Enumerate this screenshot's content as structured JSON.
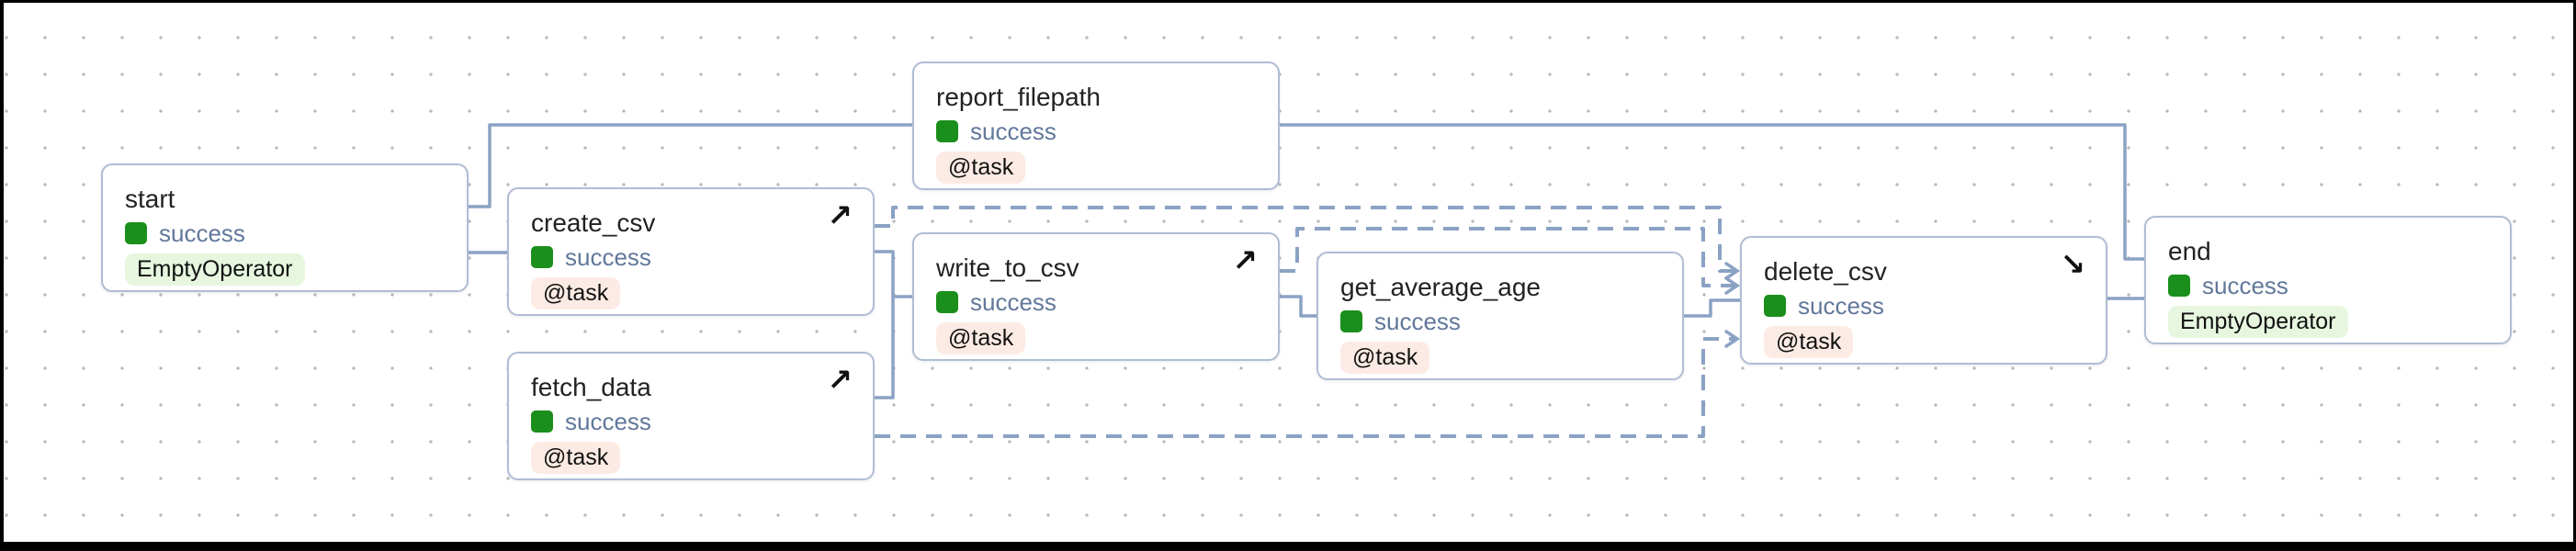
{
  "canvas": {
    "type": "dag-graph"
  },
  "colors": {
    "edge": "#8ba2c4",
    "node_border": "#afbdd4",
    "success_green": "#1b8f1b",
    "status_text": "#62789b",
    "task_pill_bg": "#fcebe4",
    "operator_pill_bg": "#e6f6df",
    "title_text": "#222222",
    "grid_dot": "#b8b8b8"
  },
  "icons": {
    "setup_arrow": "↗",
    "teardown_arrow": "↘"
  },
  "nodes": [
    {
      "id": "start",
      "title": "start",
      "status": "success",
      "badge": "EmptyOperator",
      "badge_kind": "operator",
      "marker": null
    },
    {
      "id": "create_csv",
      "title": "create_csv",
      "status": "success",
      "badge": "@task",
      "badge_kind": "task",
      "marker": "setup"
    },
    {
      "id": "fetch_data",
      "title": "fetch_data",
      "status": "success",
      "badge": "@task",
      "badge_kind": "task",
      "marker": "setup"
    },
    {
      "id": "report_filepath",
      "title": "report_filepath",
      "status": "success",
      "badge": "@task",
      "badge_kind": "task",
      "marker": null
    },
    {
      "id": "write_to_csv",
      "title": "write_to_csv",
      "status": "success",
      "badge": "@task",
      "badge_kind": "task",
      "marker": "setup"
    },
    {
      "id": "get_average_age",
      "title": "get_average_age",
      "status": "success",
      "badge": "@task",
      "badge_kind": "task",
      "marker": null
    },
    {
      "id": "delete_csv",
      "title": "delete_csv",
      "status": "success",
      "badge": "@task",
      "badge_kind": "task",
      "marker": "teardown"
    },
    {
      "id": "end",
      "title": "end",
      "status": "success",
      "badge": "EmptyOperator",
      "badge_kind": "operator",
      "marker": null
    }
  ],
  "edges": [
    {
      "from": "start",
      "to": "report_filepath",
      "style": "solid"
    },
    {
      "from": "start",
      "to": "create_csv",
      "style": "solid"
    },
    {
      "from": "create_csv",
      "to": "write_to_csv",
      "style": "solid"
    },
    {
      "from": "fetch_data",
      "to": "write_to_csv",
      "style": "solid"
    },
    {
      "from": "write_to_csv",
      "to": "get_average_age",
      "style": "solid"
    },
    {
      "from": "get_average_age",
      "to": "delete_csv",
      "style": "solid"
    },
    {
      "from": "delete_csv",
      "to": "end",
      "style": "solid"
    },
    {
      "from": "report_filepath",
      "to": "end",
      "style": "solid"
    },
    {
      "from": "create_csv",
      "to": "delete_csv",
      "style": "dashed"
    },
    {
      "from": "write_to_csv",
      "to": "delete_csv",
      "style": "dashed"
    },
    {
      "from": "fetch_data",
      "to": "delete_csv",
      "style": "dashed"
    }
  ]
}
